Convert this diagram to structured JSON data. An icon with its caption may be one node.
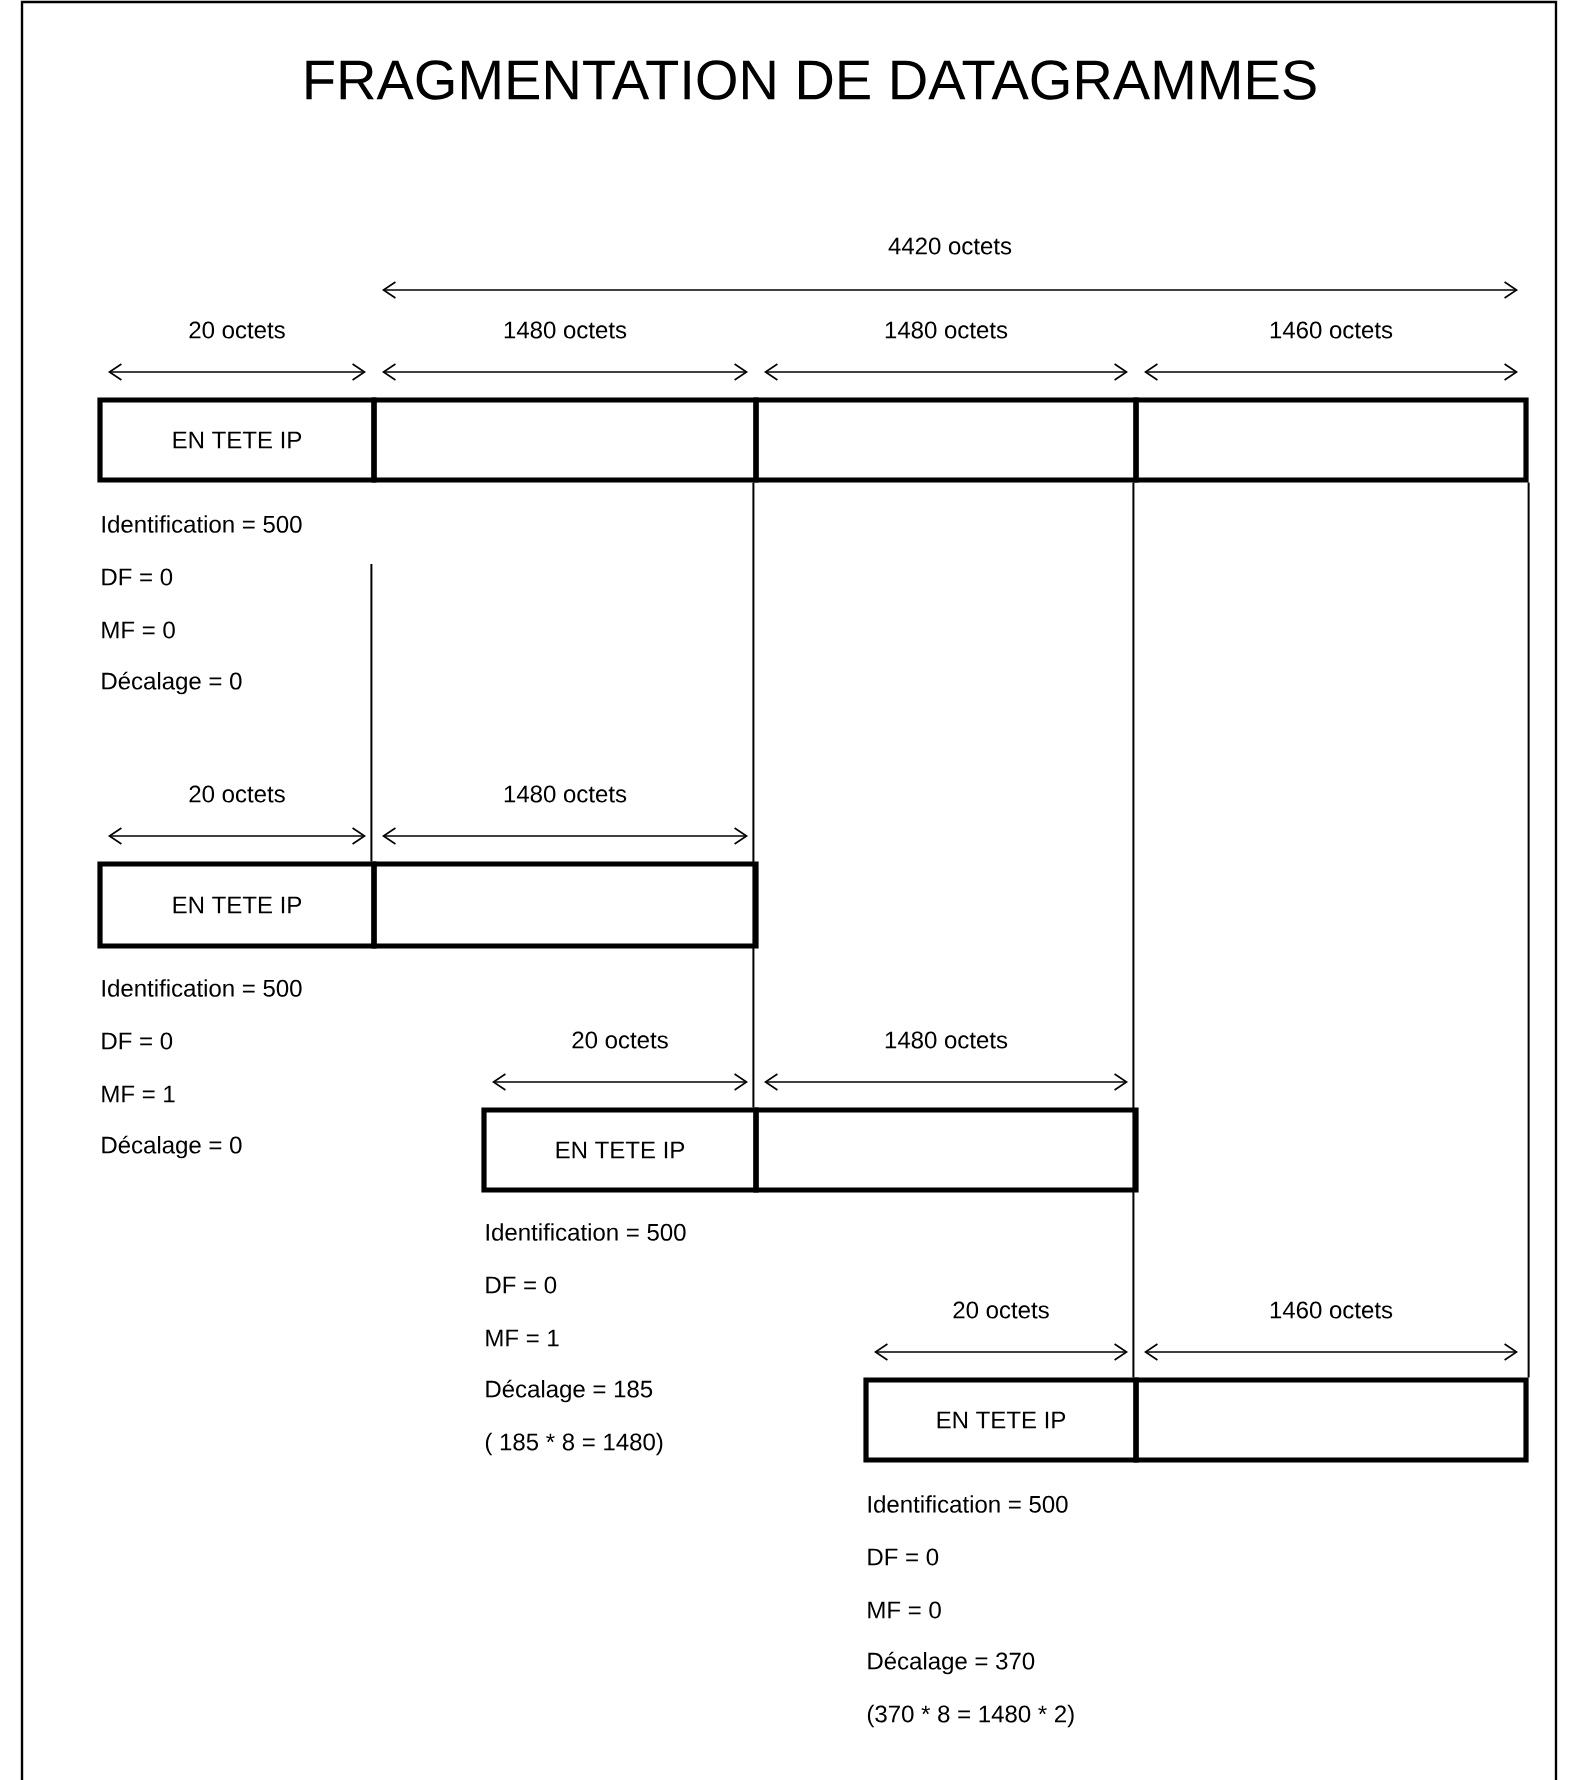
{
  "diagram": {
    "title": "FRAGMENTATION DE DATAGRAMMES",
    "nodes": [
      {
        "text": [
          "EN TETE IP"
        ],
        "beside": [
          "20 octets",
          "Identification = 500",
          "DF = 0",
          "MF = 0",
          "Décalage = 0"
        ]
      },
      {
        "text": [],
        "shape": "box",
        "beside": [
          "1480 octets"
        ]
      },
      {
        "text": [],
        "shape": "box",
        "beside": [
          "1480 octets"
        ]
      },
      {
        "text": [],
        "shape": "box",
        "beside": [
          "1460 octets"
        ]
      },
      {
        "text": [
          "EN TETE IP"
        ],
        "beside": [
          "20 octets",
          "Identification = 500",
          "DF = 0",
          "MF = 1",
          "Décalage = 0"
        ]
      },
      {
        "text": [],
        "shape": "box",
        "beside": [
          "1480 octets"
        ]
      },
      {
        "text": [
          "EN TETE IP"
        ],
        "beside": [
          "20 octets",
          "Identification = 500",
          "DF = 0",
          "MF = 1",
          "Décalage = 185",
          "( 185 * 8 = 1480)"
        ]
      },
      {
        "text": [],
        "shape": "box",
        "beside": [
          "1480 octets"
        ]
      },
      {
        "text": [
          "EN TETE IP"
        ],
        "beside": [
          "20 octets",
          "Identification = 500",
          "DF = 0",
          "MF = 0",
          "Décalage = 370",
          "(370 * 8 = 1480 * 2)"
        ]
      },
      {
        "text": [],
        "shape": "box",
        "beside": [
          "1460 octets"
        ]
      }
    ],
    "edges": [
      {
        "from": null,
        "to": 5,
        "arrow": "none"
      },
      {
        "from": 2,
        "to": 7,
        "arrow": "none"
      },
      {
        "from": 3,
        "to": 9,
        "arrow": "none"
      },
      {
        "from": 3,
        "to": 9,
        "arrow": "none"
      }
    ],
    "labels": [
      "4420 octets"
    ]
  }
}
